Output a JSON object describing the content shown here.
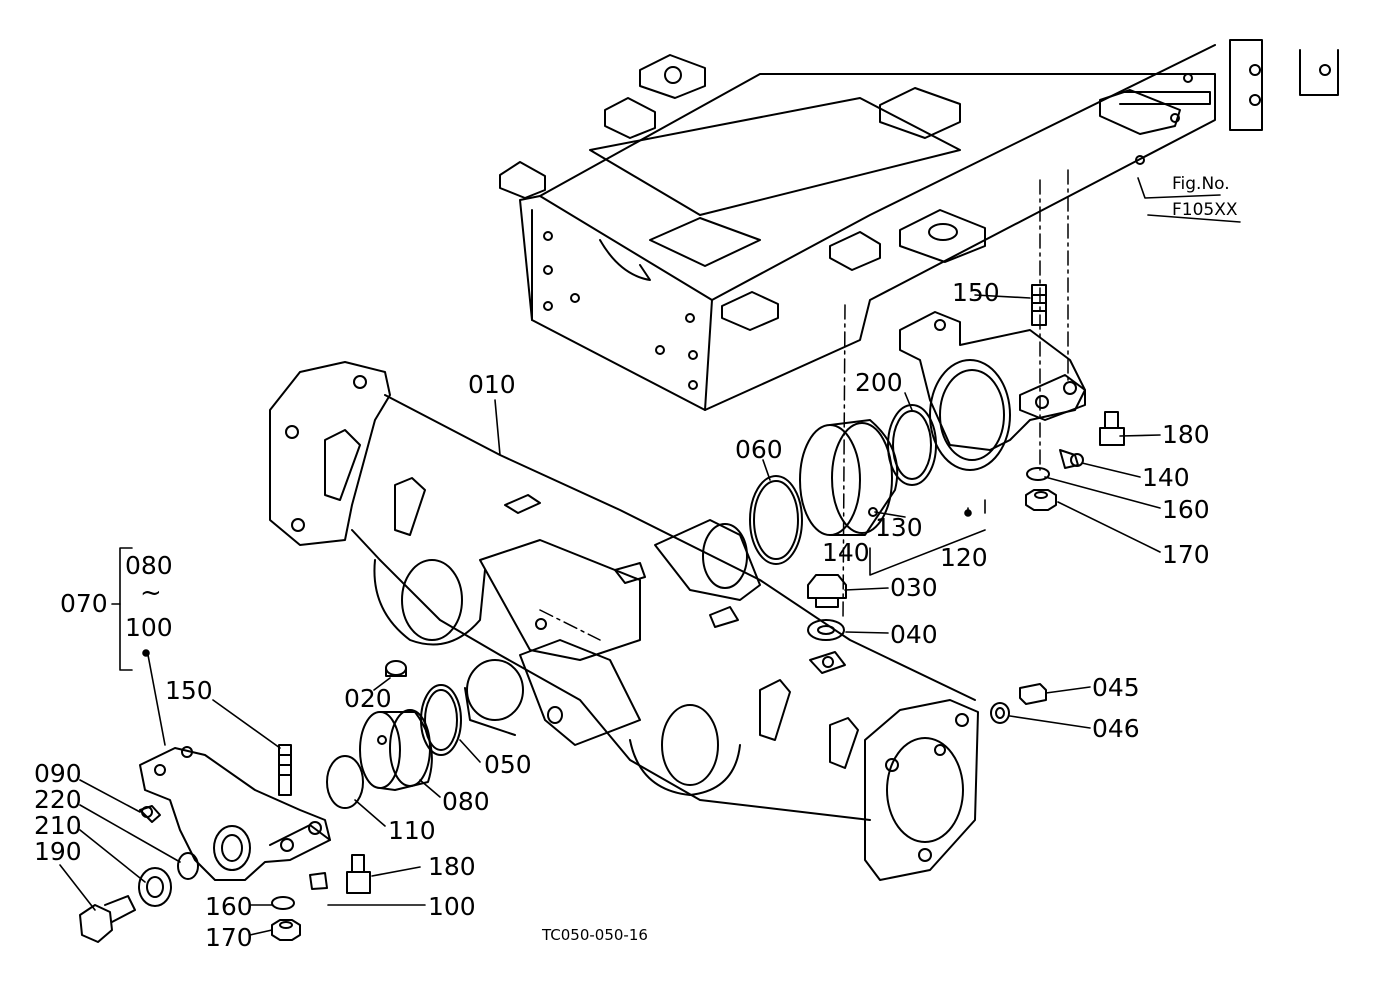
{
  "figure_ref": {
    "line1": "Fig.No.",
    "line2": "F105XX"
  },
  "drawing_code": "TC050-050-16",
  "group": {
    "label": "070",
    "from": "080",
    "sep": "~",
    "to": "100"
  },
  "parts": {
    "p010": "010",
    "p020": "020",
    "p030": "030",
    "p040": "040",
    "p045": "045",
    "p046": "046",
    "p050": "050",
    "p060": "060",
    "p080": "080",
    "p090": "090",
    "p100": "100",
    "p110": "110",
    "p120": "120",
    "p130": "130",
    "p140a": "140",
    "p140b": "140",
    "p150a": "150",
    "p150b": "150",
    "p160a": "160",
    "p160b": "160",
    "p170a": "170",
    "p170b": "170",
    "p180a": "180",
    "p180b": "180",
    "p190": "190",
    "p200": "200",
    "p210": "210",
    "p220": "220"
  }
}
